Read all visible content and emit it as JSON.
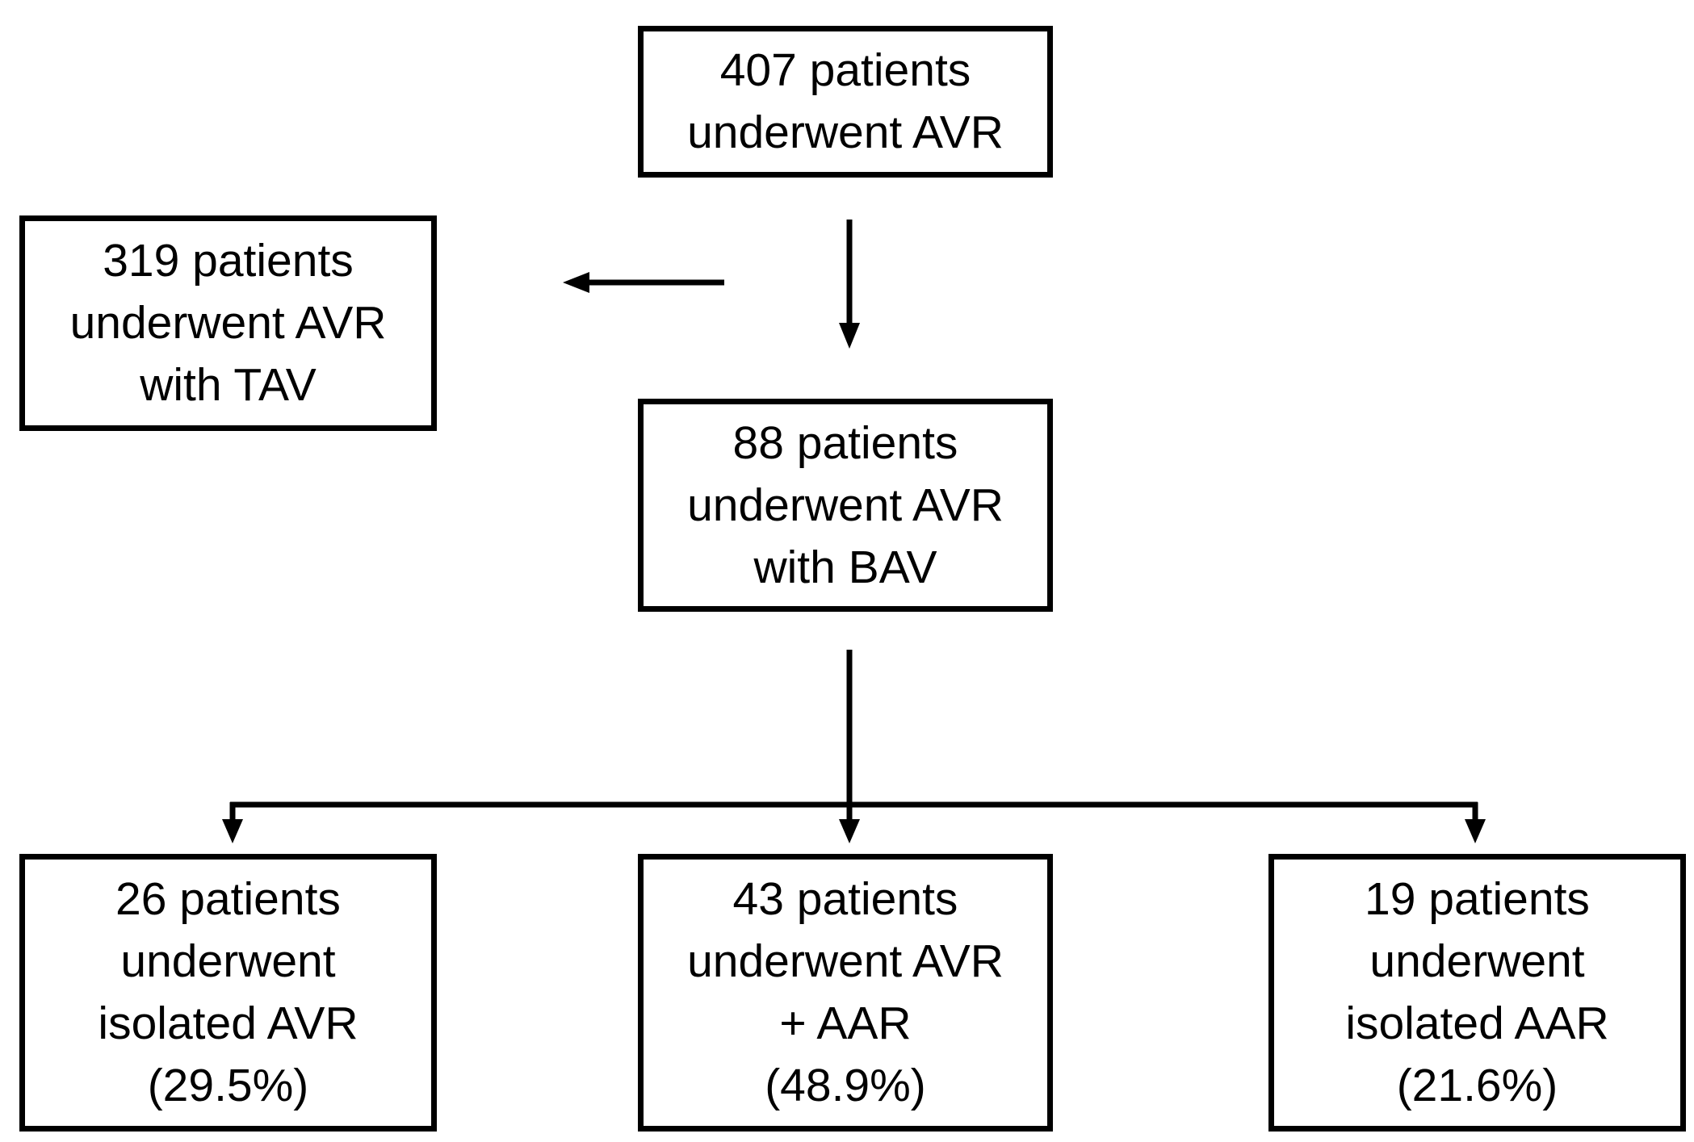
{
  "boxes": {
    "total": {
      "lines": [
        "407 patients",
        "underwent AVR"
      ]
    },
    "tav": {
      "lines": [
        "319 patients",
        "underwent AVR",
        "with TAV"
      ]
    },
    "bav": {
      "lines": [
        "88 patients",
        "underwent AVR",
        "with BAV"
      ]
    },
    "isolated_avr": {
      "lines": [
        "26 patients",
        "underwent",
        "isolated AVR",
        "(29.5%)"
      ]
    },
    "avr_aar": {
      "lines": [
        "43 patients",
        "underwent AVR",
        "+ AAR",
        "(48.9%)"
      ]
    },
    "isolated_aar": {
      "lines": [
        "19 patients",
        "underwent",
        "isolated AAR",
        "(21.6%)"
      ]
    }
  },
  "colors": {
    "stroke": "#000000",
    "background": "#ffffff"
  }
}
